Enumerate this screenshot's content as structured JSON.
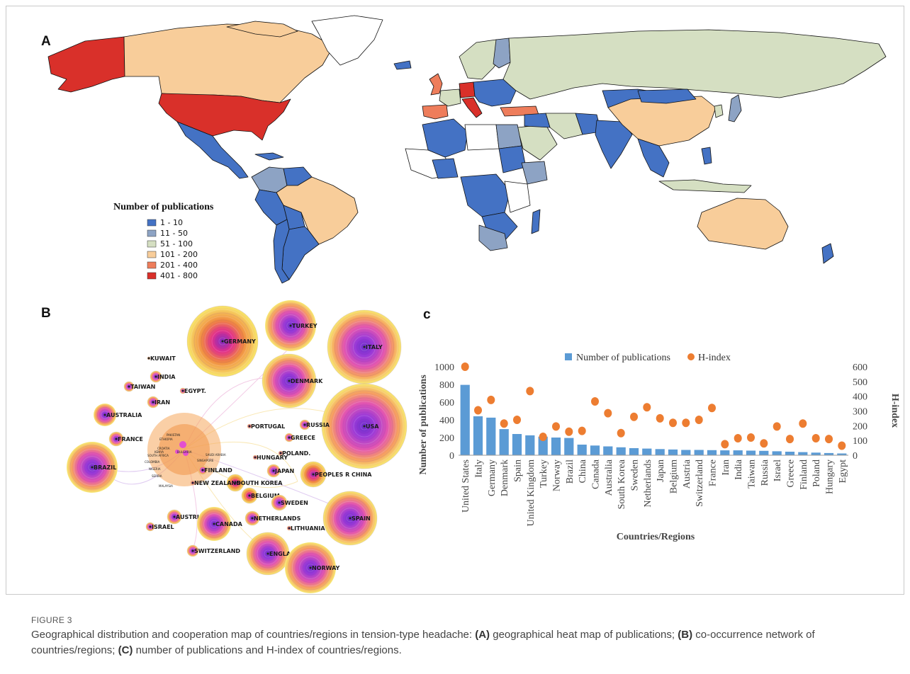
{
  "panels": {
    "a": "A",
    "b": "B",
    "c": "c"
  },
  "map": {
    "legend_title": "Number of publications",
    "legend": [
      {
        "label": "1 - 10",
        "color": "#4472c4"
      },
      {
        "label": "11 - 50",
        "color": "#8da3c4"
      },
      {
        "label": "51 - 100",
        "color": "#d5dfc2"
      },
      {
        "label": "101 - 200",
        "color": "#f8cd9a"
      },
      {
        "label": "201 - 400",
        "color": "#ee7d5b"
      },
      {
        "label": "401 - 800",
        "color": "#d9302a"
      }
    ]
  },
  "network": {
    "nodes": [
      {
        "label": "GERMANY"
      },
      {
        "label": "TURKEY"
      },
      {
        "label": "ITALY"
      },
      {
        "label": "DENMARK"
      },
      {
        "label": "USA"
      },
      {
        "label": "BRAZIL"
      },
      {
        "label": "AUSTRALIA"
      },
      {
        "label": "FRANCE"
      },
      {
        "label": "INDIA"
      },
      {
        "label": "TAIWAN"
      },
      {
        "label": "IRAN"
      },
      {
        "label": "EGYPT."
      },
      {
        "label": "RUSSIA"
      },
      {
        "label": "GREECE"
      },
      {
        "label": "POLAND."
      },
      {
        "label": "JAPAN"
      },
      {
        "label": "PEOPLES R CHINA"
      },
      {
        "label": "SOUTH KOREA"
      },
      {
        "label": "BELGIUM"
      },
      {
        "label": "SWEDEN"
      },
      {
        "label": "SPAIN"
      },
      {
        "label": "NETHERLANDS"
      },
      {
        "label": "AUSTRIA"
      },
      {
        "label": "CANADA"
      },
      {
        "label": "ISRAEL"
      },
      {
        "label": "SWITZERLAND"
      },
      {
        "label": "ENGLAND"
      },
      {
        "label": "NORWAY"
      },
      {
        "label": "FINLAND"
      },
      {
        "label": "NEW ZEALAND"
      },
      {
        "label": "HUNGARY"
      },
      {
        "label": "PORTUGAL"
      },
      {
        "label": "KUWAIT"
      },
      {
        "label": "LITHUANIA"
      }
    ]
  },
  "chart_data": {
    "type": "bar",
    "legend": [
      "Number of publications",
      "H-index"
    ],
    "legend_position": "top",
    "xlabel": "Countries/Regions",
    "ylabel": "Number of publications",
    "y2label": "H-index",
    "ylim": [
      0,
      1000
    ],
    "y2lim": [
      0,
      600
    ],
    "yticks": [
      "0",
      "200",
      "400",
      "600",
      "800",
      "1000"
    ],
    "y2ticks": [
      "0",
      "100",
      "200",
      "300",
      "400",
      "500",
      "600"
    ],
    "bar_color": "#5b9bd5",
    "dot_color": "#ed7d31",
    "categories": [
      "United States",
      "Italy",
      "Germany",
      "Denmark",
      "Spain",
      "United Kingdom",
      "Turkey",
      "Norway",
      "Brazil",
      "China",
      "Canada",
      "Australia",
      "South Korea",
      "Sweden",
      "Netherlands",
      "Japan",
      "Belgium",
      "Austria",
      "Switzerland",
      "France",
      "Iran",
      "India",
      "Taiwan",
      "Russia",
      "Israel",
      "Greece",
      "Finland",
      "Poland",
      "Hungary",
      "Egypt"
    ],
    "series": [
      {
        "name": "Number of publications",
        "type": "bar",
        "axis": "left",
        "values": [
          795,
          440,
          425,
          295,
          240,
          225,
          210,
          200,
          195,
          120,
          110,
          100,
          90,
          80,
          75,
          70,
          65,
          60,
          60,
          58,
          55,
          55,
          52,
          50,
          45,
          40,
          35,
          30,
          25,
          20
        ]
      },
      {
        "name": "H-index",
        "type": "scatter",
        "axis": "right",
        "values": [
          600,
          305,
          375,
          215,
          240,
          435,
          125,
          195,
          160,
          165,
          365,
          285,
          150,
          260,
          325,
          250,
          220,
          220,
          240,
          320,
          75,
          115,
          120,
          80,
          195,
          110,
          215,
          115,
          110,
          65
        ]
      }
    ]
  },
  "caption": {
    "label": "FIGURE 3",
    "text_main": "Geographical distribution and cooperation map of countries/regions in tension-type headache: ",
    "a_key": "(A)",
    "a_text": " geographical heat map of publications; ",
    "b_key": "(B)",
    "b_text": " co-occurrence network of countries/regions; ",
    "c_key": "(C)",
    "c_text": " number of publications and H-index of countries/regions."
  }
}
